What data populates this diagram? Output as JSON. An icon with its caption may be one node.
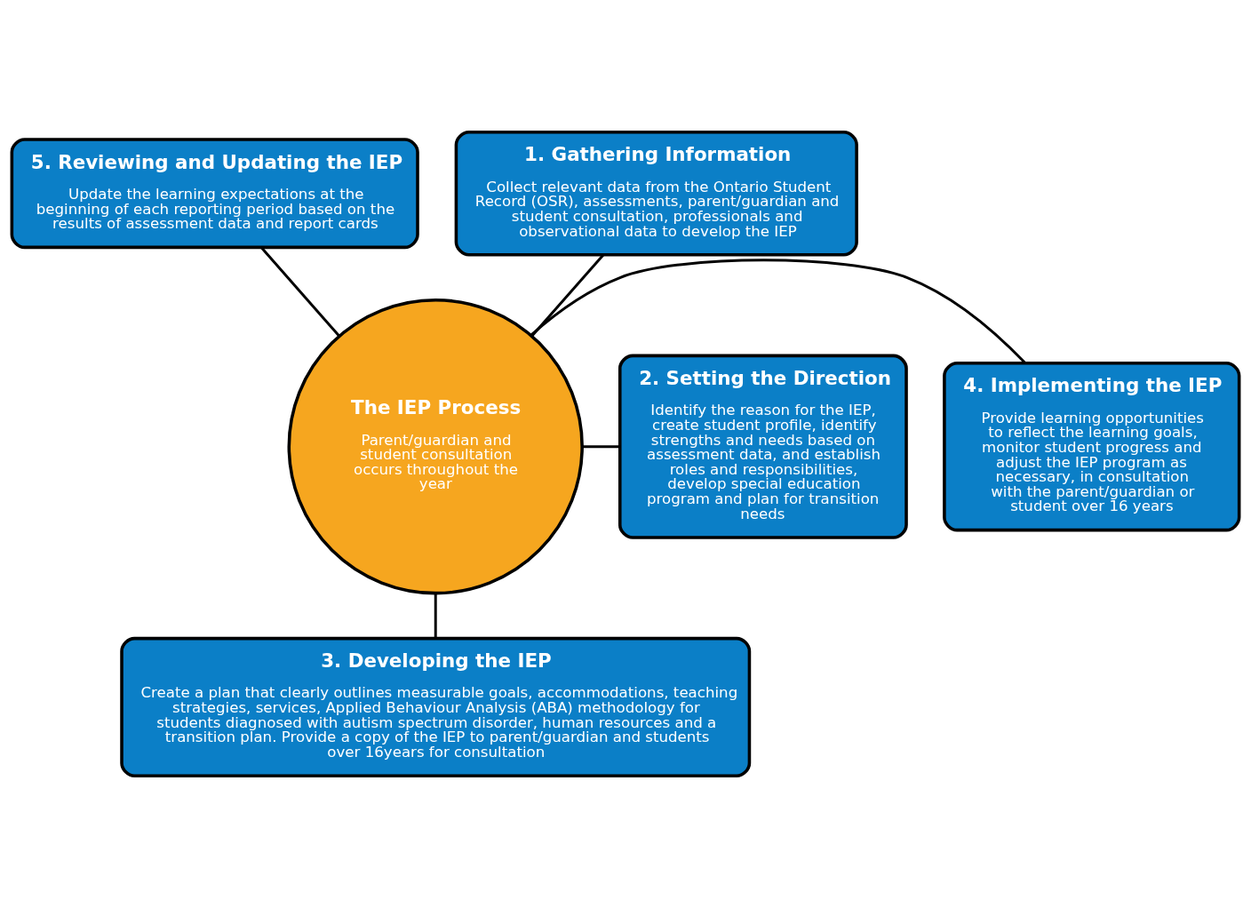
{
  "diagram": {
    "nodes": [
      {
        "text": [
          "5. Reviewing and Updating the IEP",
          "Update the learning expectations at the beginning of each reporting period based on the results of assessment data and report cards"
        ]
      },
      {
        "text": [
          "1. Gathering Information",
          "Collect relevant data from the Ontario Student Record (OSR), assessments, parent/guardian and student consultation, professionals and observational data to develop the IEP"
        ]
      },
      {
        "text": [
          "The IEP Process",
          "Parent/guardian and student consultation occurs throughout the year"
        ]
      },
      {
        "text": [
          "4. Implementing the IEP",
          "Provide learning opportunities to reflect the learning goals, monitor student progress and adjust the IEP program as necessary, in consultation with the parent/guardian or student over 16 years"
        ]
      },
      {
        "text": [
          "2. Setting the Direction",
          "Identify the reason for the IEP, create student profile, identify strengths and needs based on assessment data, and establish roles and responsibilities, develop special education program and plan for transition needs"
        ]
      },
      {
        "text": [
          "3. Developing the IEP",
          "Create a plan that clearly outlines measurable goals, accommodations, teaching strategies, services, Applied Behaviour Analysis (ABA) methodology for students diagnosed with autism spectrum disorder, human resources and a transition plan. Provide a copy of the IEP to parent/guardian and students over 16years for consultation"
        ]
      }
    ],
    "edges": [
      {
        "from": 0,
        "to": 2,
        "arrow": "none"
      },
      {
        "from": 1,
        "to": 2,
        "arrow": "none"
      },
      {
        "from": 2,
        "to": 3,
        "arrow": "none"
      },
      {
        "from": 2,
        "to": 4,
        "arrow": "none"
      },
      {
        "from": 2,
        "to": 5,
        "arrow": "none"
      }
    ]
  }
}
